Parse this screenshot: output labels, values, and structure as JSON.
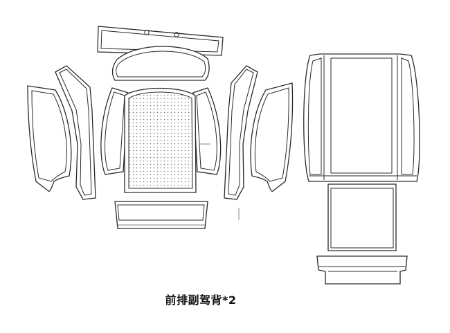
{
  "caption": "前排副驾背*2",
  "colors": {
    "line": "#2a2a2a",
    "background": "#ffffff",
    "perforation": "#777777"
  },
  "pieces": [
    "headrest-top-panel",
    "headrest-front-panel",
    "seat-back-center-perforated",
    "left-inner-side-bolster",
    "right-inner-side-bolster",
    "left-wing-strip",
    "right-wing-strip",
    "left-outer-side-panel",
    "right-outer-side-panel",
    "lower-back-strip",
    "rear-back-panel",
    "rear-lower-panel",
    "rear-bottom-strip"
  ]
}
